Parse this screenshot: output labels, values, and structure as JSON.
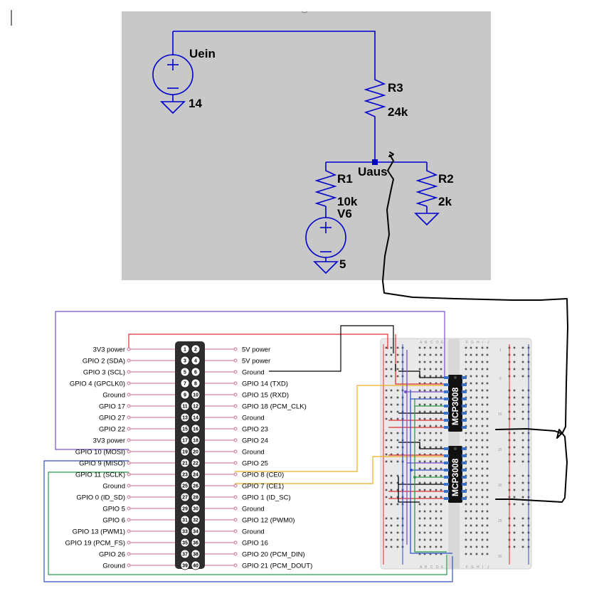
{
  "schematic": {
    "background": "#c8c8c8",
    "wire_color": "#0000cc",
    "labels": {
      "source1_name": "Uein",
      "source1_value": "14",
      "r3_name": "R3",
      "r3_value": "24k",
      "node_label": "Uaus",
      "r1_name": "R1",
      "r1_value": "10k",
      "source2_name": "V6",
      "source2_value": "5",
      "r2_name": "R2",
      "r2_value": "2k"
    }
  },
  "gpio_header": {
    "left_labels": [
      "3V3 power",
      "GPIO 2 (SDA)",
      "GPIO 3 (SCL)",
      "GPIO 4 (GPCLK0)",
      "Ground",
      "GPIO 17",
      "GPIO 27",
      "GPIO 22",
      "3V3 power",
      "GPIO 10 (MOSI)",
      "GPIO 9 (MISO)",
      "GPIO 11 (SCLK)",
      "Ground",
      "GPIO 0 (ID_SD)",
      "GPIO 5",
      "GPIO 6",
      "GPIO 13 (PWM1)",
      "GPIO 19 (PCM_FS)",
      "GPIO 26",
      "Ground"
    ],
    "right_labels": [
      "5V power",
      "5V power",
      "Ground",
      "GPIO 14 (TXD)",
      "GPIO 15 (RXD)",
      "GPIO 18 (PCM_CLK)",
      "Ground",
      "GPIO 23",
      "GPIO 24",
      "Ground",
      "GPIO 25",
      "GPIO 8 (CE0)",
      "GPIO 7 (CE1)",
      "GPIO 1 (ID_SC)",
      "Ground",
      "GPIO 12 (PWM0)",
      "Ground",
      "GPIO 16",
      "GPIO 20 (PCM_DIN)",
      "GPIO 21 (PCM_DOUT)"
    ],
    "pin_numbers": [
      "1",
      "2",
      "3",
      "4",
      "5",
      "6",
      "7",
      "8",
      "9",
      "10",
      "11",
      "12",
      "13",
      "14",
      "15",
      "16",
      "17",
      "18",
      "19",
      "20",
      "21",
      "22",
      "23",
      "24",
      "25",
      "26",
      "27",
      "28",
      "29",
      "30",
      "31",
      "32",
      "33",
      "34",
      "35",
      "36",
      "37",
      "38",
      "39",
      "40"
    ]
  },
  "breadboard": {
    "chips": [
      "MCP3008",
      "MCP3008"
    ],
    "col_letters_left": [
      "A",
      "B",
      "C",
      "D",
      "E"
    ],
    "col_letters_right": [
      "F",
      "G",
      "H",
      "I",
      "J"
    ],
    "row_numbers": [
      "1",
      "5",
      "10",
      "15",
      "20",
      "25",
      "30"
    ]
  },
  "colors": {
    "power_red": "#e03030",
    "ground_black": "#000000",
    "mosi_purple": "#7a4fc8",
    "miso_blue": "#3050c8",
    "sclk_green": "#2a9a4a",
    "ce_yellow": "#e8b020",
    "pin_line": "#d06a8a"
  }
}
